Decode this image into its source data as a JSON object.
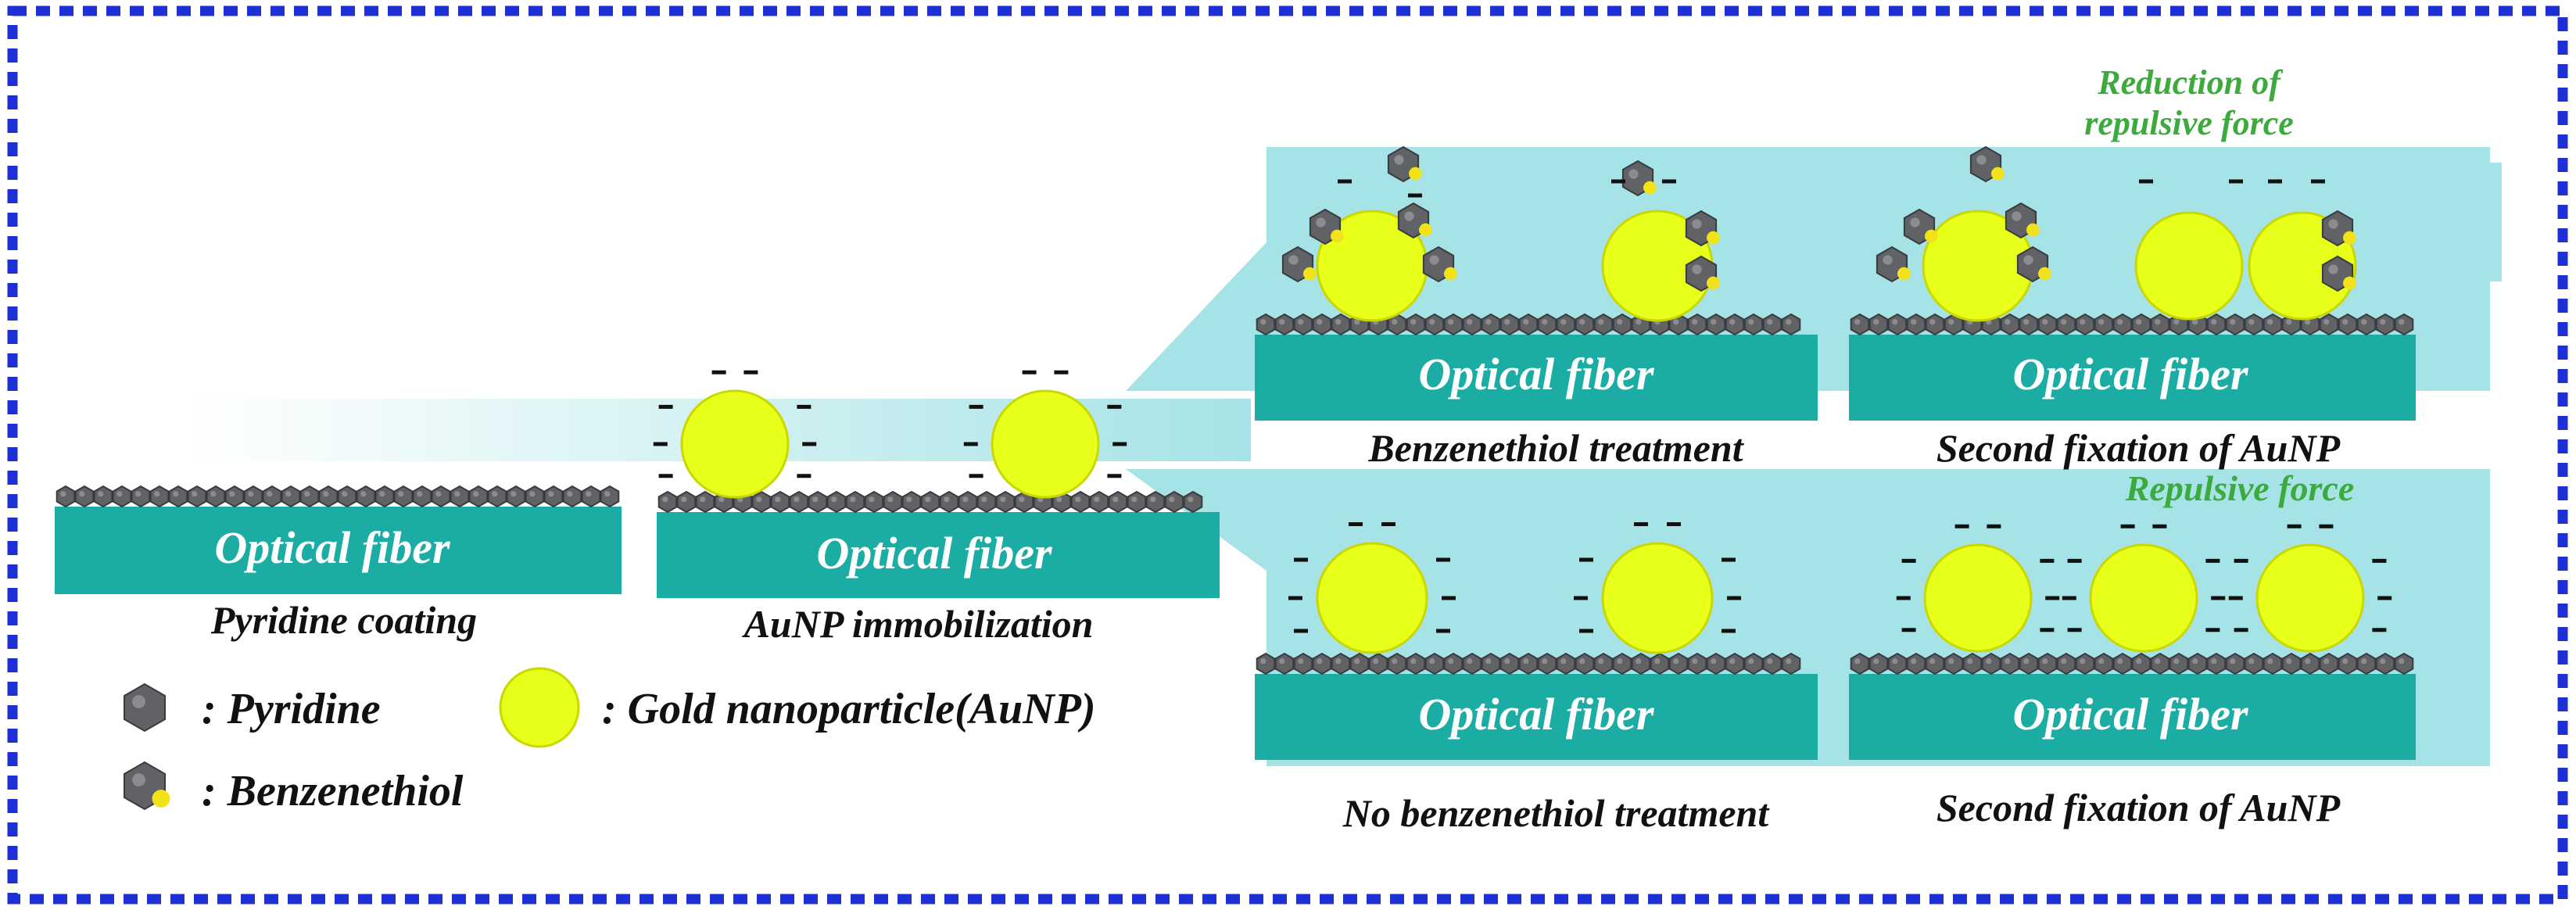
{
  "colors": {
    "frame": "#1f2fd6",
    "fiber": "#1bada4",
    "fiber_text": "#ffffff",
    "arrow": "#a6e3e6",
    "gold": "#e8ff1a",
    "gold_stroke": "#c8d800",
    "pyridine": "#606266",
    "benzenethiol_s": "#f2e21a",
    "green_text": "#3daa3d",
    "label_text": "#111111"
  },
  "labels": {
    "optical_fiber": "Optical fiber",
    "pyridine_coating": "Pyridine coating",
    "aunp_immobilization": "AuNP immobilization",
    "benzenethiol_treatment": "Benzenethiol treatment",
    "second_fixation_top": "Second fixation of AuNP",
    "no_benzenethiol_treatment": "No benzenethiol treatment",
    "second_fixation_bottom": "Second fixation of AuNP",
    "reduction_line1": "Reduction of",
    "reduction_line2": "repulsive force",
    "repulsive_force": "Repulsive force"
  },
  "legend": {
    "pyridine": ": Pyridine",
    "gold": ": Gold nanoparticle(AuNP)",
    "benzenethiol": ": Benzenethiol"
  }
}
